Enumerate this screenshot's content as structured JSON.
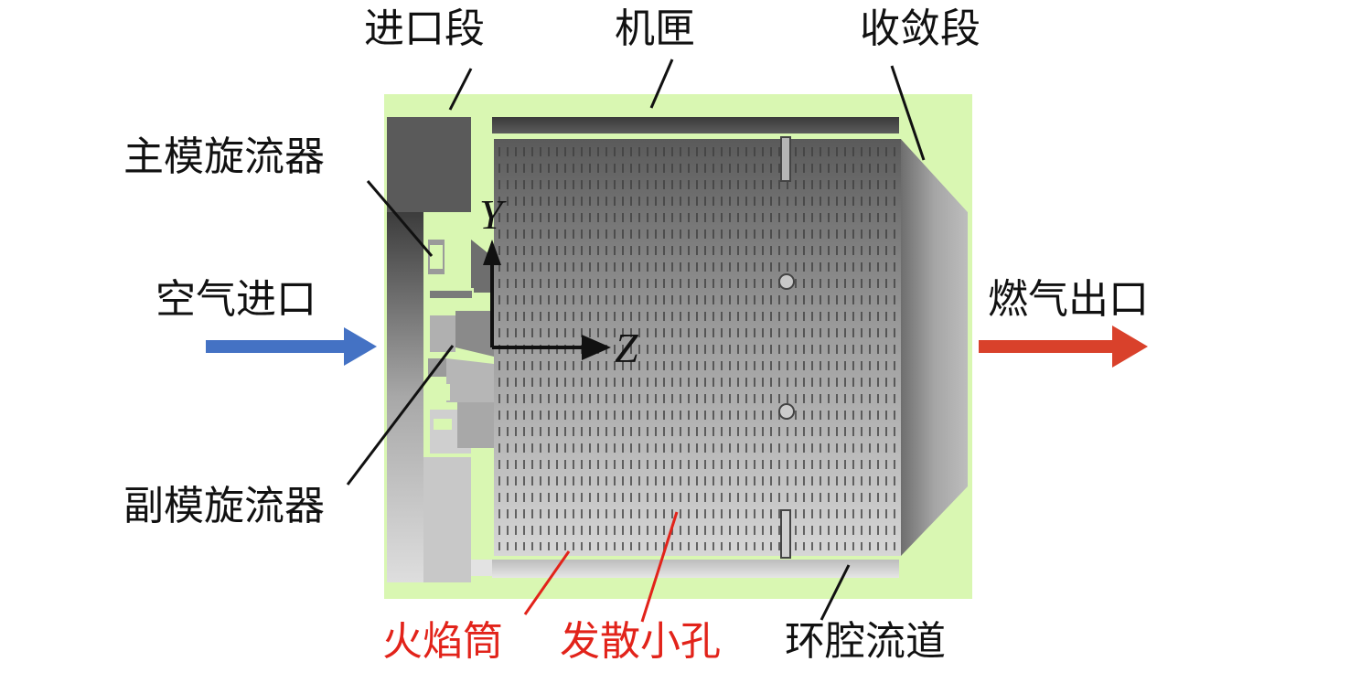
{
  "labels": {
    "inlet_section": "进口段",
    "casing": "机匣",
    "converging_section": "收敛段",
    "primary_swirler": "主模旋流器",
    "air_inlet": "空气进口",
    "gas_outlet": "燃气出口",
    "secondary_swirler": "副模旋流器",
    "flame_tube": "火焰筒",
    "effusion_holes": "发散小孔",
    "annular_channel": "环腔流道"
  },
  "axes": {
    "y": "Y",
    "z": "Z"
  },
  "colors": {
    "fluid_domain": "#d9f7b2",
    "air_arrow": "#4472c4",
    "gas_arrow": "#d9412b",
    "red_label": "#e2231a",
    "solid_gray": "#8c8c8c"
  }
}
